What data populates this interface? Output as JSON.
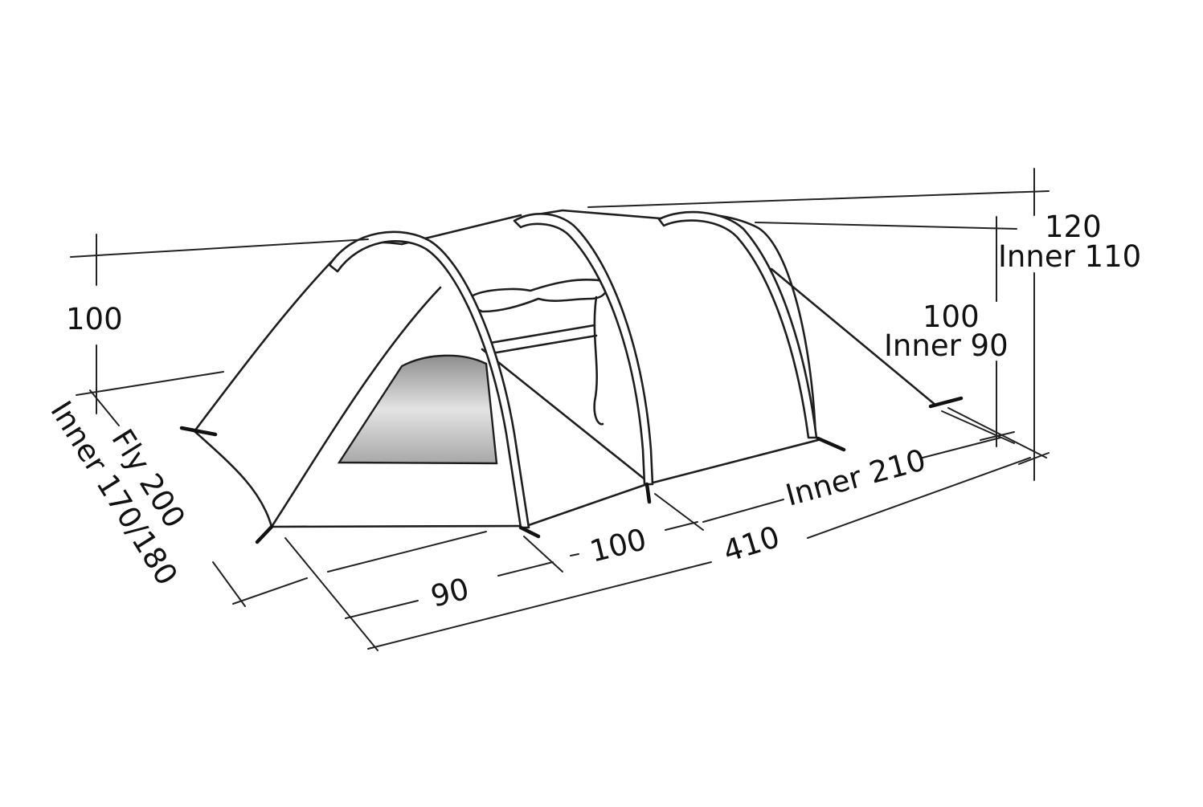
{
  "labels": {
    "height_front": "100",
    "width_fly": "Fly 200",
    "width_inner": "Inner 170/180",
    "vestibule_depth": "90",
    "section_depth": "100",
    "total_length": "410",
    "inner_length": "Inner 210",
    "height_mid": "100",
    "height_mid_inner": "Inner 90",
    "height_max": "120",
    "height_max_inner": "Inner 110"
  },
  "colors": {
    "line": "#1e1e1e",
    "text": "#111111",
    "window_shade": "#bdbdbd",
    "background": "#ffffff"
  }
}
